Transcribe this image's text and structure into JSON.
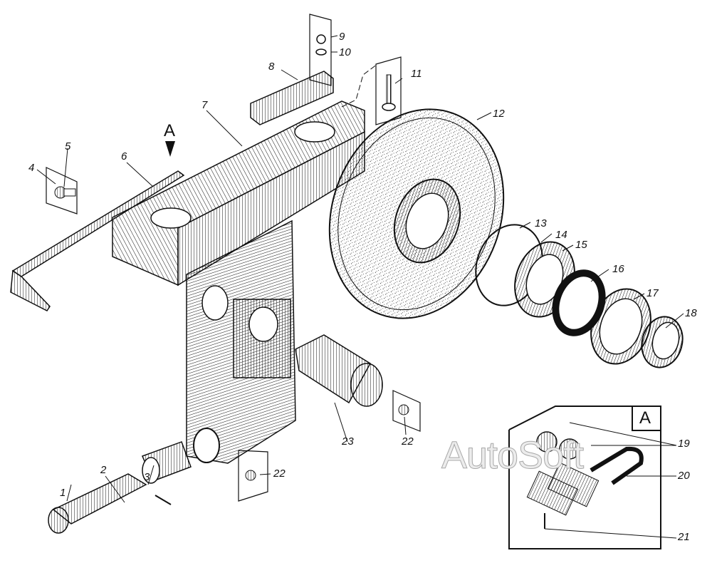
{
  "diagram": {
    "type": "exploded-parts-view",
    "view_marker": "A",
    "detail_view_label": "A",
    "callouts": [
      "1",
      "2",
      "3",
      "4",
      "5",
      "6",
      "7",
      "8",
      "9",
      "10",
      "11",
      "12",
      "13",
      "14",
      "15",
      "16",
      "17",
      "18",
      "19",
      "20",
      "21",
      "22",
      "22",
      "23"
    ],
    "watermark": "AutoSoft",
    "colors": {
      "ink": "#111111",
      "background": "#ffffff",
      "watermark": "#bdbdbd"
    }
  }
}
